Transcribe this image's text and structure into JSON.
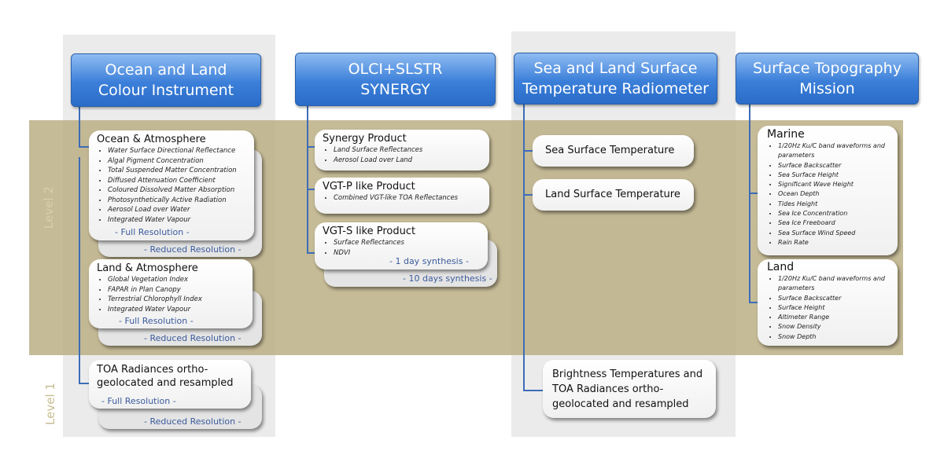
{
  "levels": {
    "level2": "Level 2",
    "level1": "Level 1"
  },
  "headers": [
    {
      "line1": "Ocean and Land",
      "line2": "Colour Instrument"
    },
    {
      "line1": "OLCI+SLSTR",
      "line2": "SYNERGY"
    },
    {
      "line1": "Sea and Land Surface",
      "line2": "Temperature Radiometer"
    },
    {
      "line1": "Surface Topography",
      "line2": "Mission"
    }
  ],
  "olci": {
    "ocean": {
      "title": "Ocean & Atmosphere",
      "items": [
        "Water Surface Directional Reflectance",
        "Algal Pigment Concentration",
        "Total Suspended Matter Concentration",
        "Diffused Attenuation Coefficient",
        "Coloured Dissolved Matter Absorption",
        "Photosynthetically Active Radiation",
        "Aerosol Load over Water",
        "Integrated Water Vapour"
      ],
      "full": "- Full Resolution -",
      "reduced": "- Reduced Resolution -"
    },
    "land": {
      "title": "Land & Atmosphere",
      "items": [
        "Global Vegetation Index",
        "FAPAR in Plan Canopy",
        "Terrestrial Chlorophyll Index",
        "Integrated Water Vapour"
      ],
      "full": "- Full Resolution -",
      "reduced": "- Reduced Resolution -"
    },
    "l1": {
      "title": "TOA Radiances ortho-geolocated and resampled",
      "full": "- Full Resolution -",
      "reduced": "- Reduced Resolution -"
    }
  },
  "synergy": {
    "syn": {
      "title": "Synergy Product",
      "items": [
        "Land Surface Reflectances",
        "Aerosol Load over Land"
      ]
    },
    "vgtp": {
      "title": "VGT-P like Product",
      "items": [
        "Combined VGT-like TOA Reflectances"
      ]
    },
    "vgts": {
      "title": "VGT-S like Product",
      "items": [
        "Surface Reflectances",
        "NDVI"
      ],
      "d1": "- 1 day synthesis -",
      "d10": "- 10 days synthesis -"
    }
  },
  "slstr": {
    "sst": "Sea Surface Temperature",
    "lst": "Land Surface Temperature",
    "l1": "Brightness Temperatures and TOA Radiances ortho-geolocated and resampled"
  },
  "stm": {
    "marine": {
      "title": "Marine",
      "items": [
        "1/20Hz Ku/C band waveforms and parameters",
        "Surface Backscatter",
        "Sea Surface Height",
        "Significant Wave Height",
        "Ocean Depth",
        "Tides Height",
        "Sea Ice Concentration",
        "Sea Ice Freeboard",
        "Sea Surface Wind Speed",
        "Rain Rate"
      ]
    },
    "land": {
      "title": "Land",
      "items": [
        "1/20Hz Ku/C band waveforms and parameters",
        "Surface Backscatter",
        "Surface Height",
        "Altimeter Range",
        "Snow Density",
        "Snow Depth"
      ]
    }
  }
}
